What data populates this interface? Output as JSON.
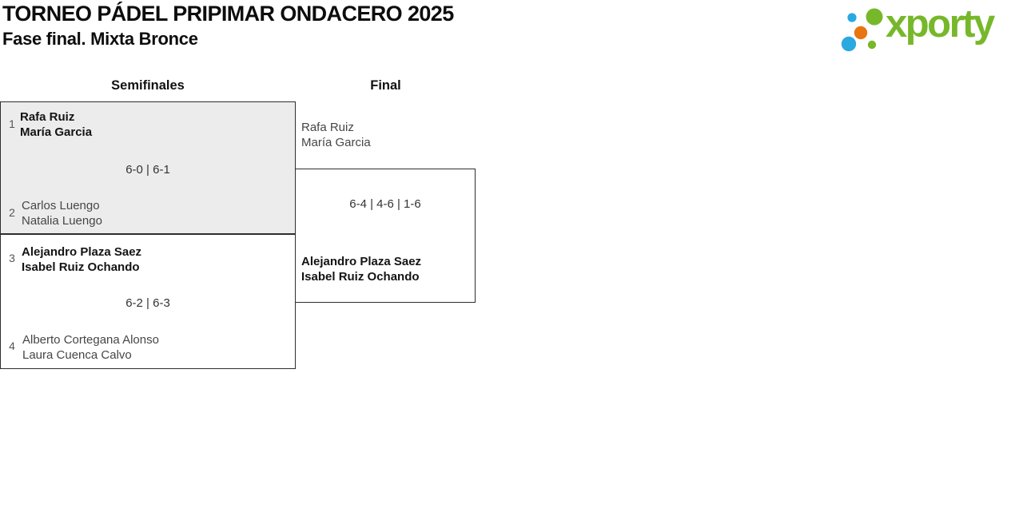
{
  "page": {
    "title": "TORNEO PÁDEL PRIPIMAR ONDACERO 2025",
    "subtitle": "Fase final. Mixta Bronce"
  },
  "logo": {
    "brand": "xporty",
    "colors": {
      "green": "#76b82a",
      "blue": "#29a9e0",
      "orange": "#e87511"
    }
  },
  "bracket": {
    "round_headers": [
      {
        "label": "Semifinales"
      },
      {
        "label": "Final"
      }
    ],
    "semifinals": [
      {
        "score": "6-0 | 6-1",
        "top": {
          "seed": "1",
          "player1": "Rafa Ruiz",
          "player2": "María Garcia",
          "winner": true
        },
        "bottom": {
          "seed": "2",
          "player1": "Carlos Luengo",
          "player2": "Natalia Luengo",
          "winner": false
        }
      },
      {
        "score": "6-2 | 6-3",
        "top": {
          "seed": "3",
          "player1": "Alejandro Plaza Saez",
          "player2": "Isabel Ruiz Ochando",
          "winner": true
        },
        "bottom": {
          "seed": "4",
          "player1": "Alberto Cortegana Alonso",
          "player2": "Laura Cuenca Calvo",
          "winner": false
        }
      }
    ],
    "final": {
      "score": "6-4 | 4-6 | 1-6",
      "top": {
        "player1": "Rafa Ruiz",
        "player2": "María Garcia",
        "winner": false
      },
      "bottom": {
        "player1": "Alejandro Plaza Saez",
        "player2": "Isabel Ruiz Ochando",
        "winner": true
      }
    }
  }
}
